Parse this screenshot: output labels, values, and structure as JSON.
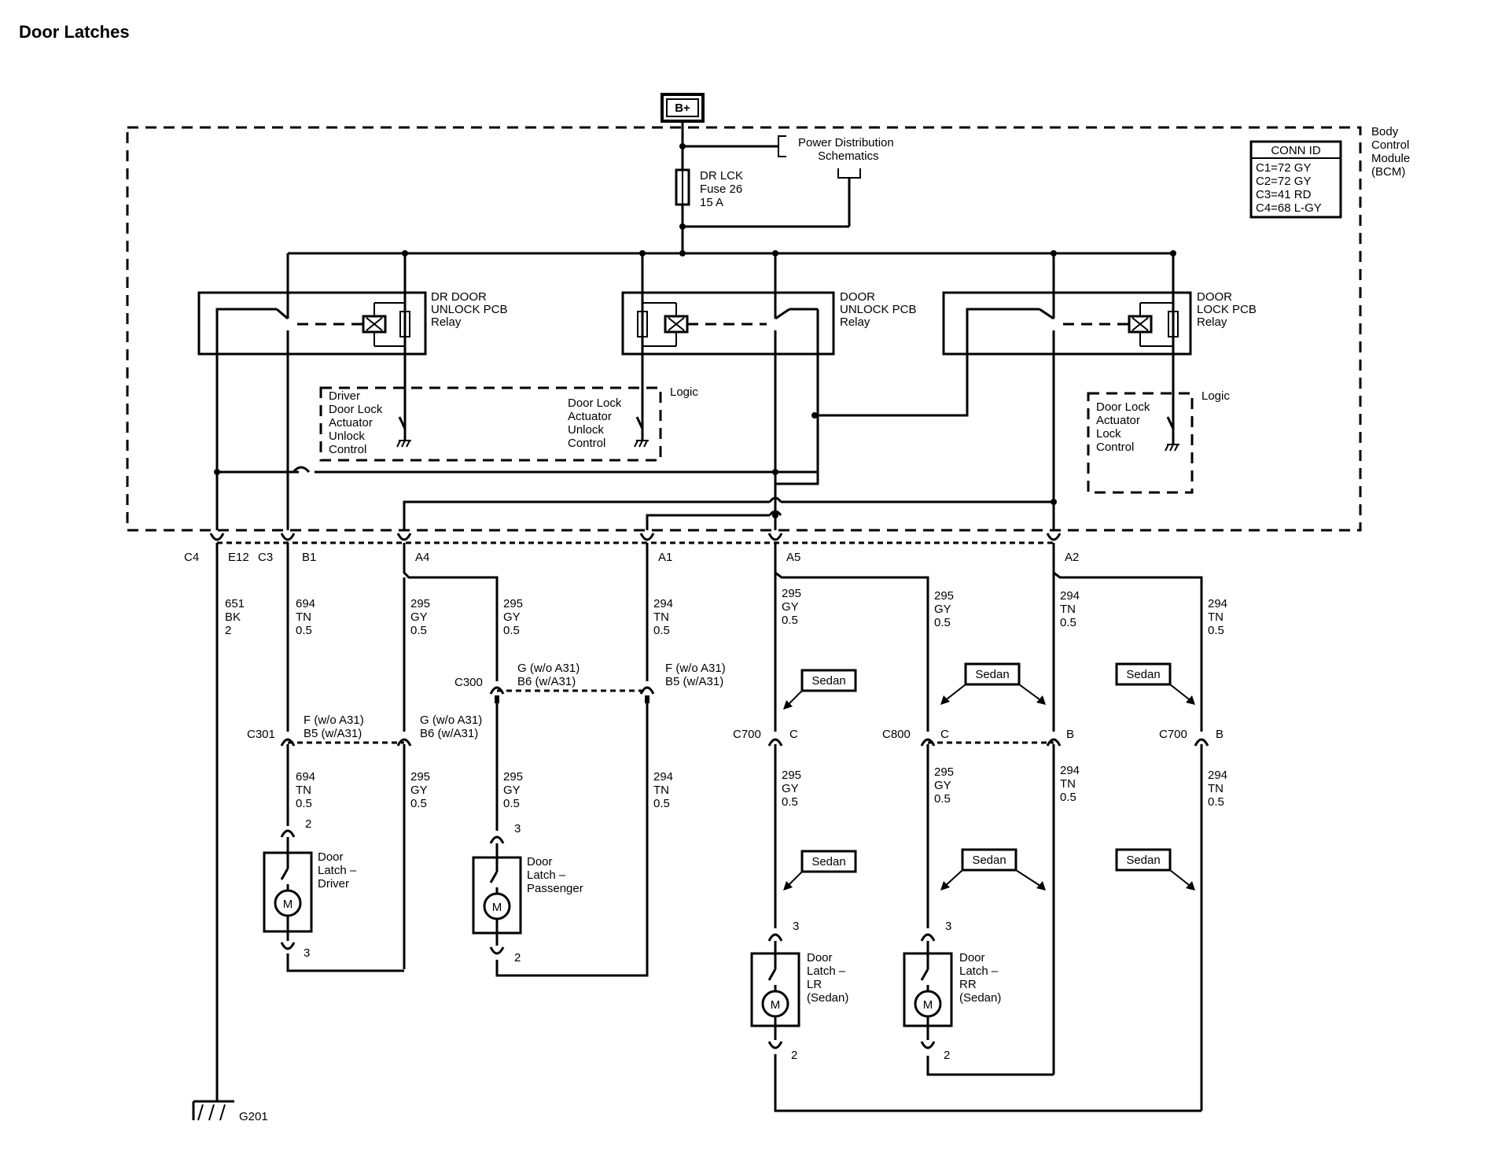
{
  "title": "Door Latches",
  "power_source": "B+",
  "power_distribution": [
    "Power Distribution",
    "Schematics"
  ],
  "fuse": [
    "DR LCK",
    "Fuse 26",
    "15 A"
  ],
  "module": [
    "Body",
    "Control",
    "Module",
    "(BCM)"
  ],
  "conn_id": {
    "header": "CONN ID",
    "rows": [
      "C1=72 GY",
      "C2=72 GY",
      "C3=41 RD",
      "C4=68 L-GY"
    ]
  },
  "relays": [
    [
      "DR DOOR",
      "UNLOCK PCB",
      "Relay"
    ],
    [
      "DOOR",
      "UNLOCK PCB",
      "Relay"
    ],
    [
      "DOOR",
      "LOCK PCB",
      "Relay"
    ]
  ],
  "logic_label": "Logic",
  "logic_controls": [
    [
      "Driver",
      "Door Lock",
      "Actuator",
      "Unlock",
      "Control"
    ],
    [
      "Door Lock",
      "Actuator",
      "Unlock",
      "Control"
    ],
    [
      "Door Lock",
      "Actuator",
      "Lock",
      "Control"
    ]
  ],
  "bcm_connectors": {
    "c4": "C4",
    "e12": "E12",
    "c3": "C3",
    "b1": "B1",
    "a4": "A4",
    "a1": "A1",
    "a5": "A5",
    "a2": "A2"
  },
  "wires": {
    "w651": [
      "651",
      "BK",
      "2"
    ],
    "w694": [
      "694",
      "TN",
      "0.5"
    ],
    "w295": [
      "295",
      "GY",
      "0.5"
    ],
    "w294": [
      "294",
      "TN",
      "0.5"
    ]
  },
  "inline_connectors": {
    "c301": "C301",
    "c301_f": [
      "F (w/o A31)",
      "B5 (w/A31)"
    ],
    "c301_g": [
      "G (w/o A31)",
      "B6 (w/A31)"
    ],
    "c300": "C300",
    "c300_g": [
      "G (w/o A31)",
      "B6 (w/A31)"
    ],
    "c300_f": [
      "F (w/o A31)",
      "B5 (w/A31)"
    ],
    "c700": "C700",
    "c800": "C800",
    "pin_c": "C",
    "pin_b": "B"
  },
  "sedan_tag": "Sedan",
  "latches": [
    [
      "Door",
      "Latch –",
      "Driver"
    ],
    [
      "Door",
      "Latch –",
      "Passenger"
    ],
    [
      "Door",
      "Latch –",
      "LR",
      "(Sedan)"
    ],
    [
      "Door",
      "Latch –",
      "RR",
      "(Sedan)"
    ]
  ],
  "latch_pins": {
    "p2": "2",
    "p3": "3"
  },
  "motor_symbol": "M",
  "ground": "G201"
}
